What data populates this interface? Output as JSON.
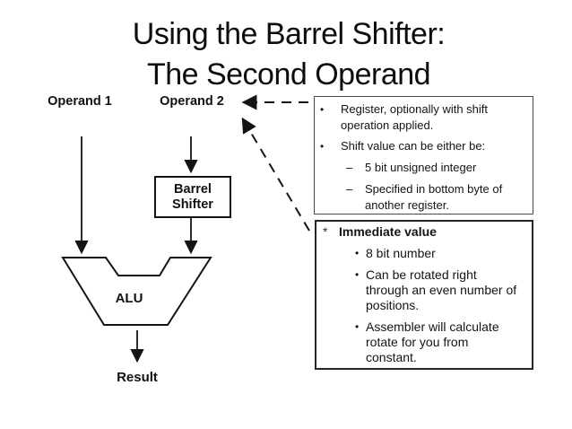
{
  "title": {
    "line1": "Using the Barrel Shifter:",
    "line2": "The Second Operand"
  },
  "diagram": {
    "operand1": "Operand 1",
    "operand2": "Operand 2",
    "barrel_shifter": "Barrel\nShifter",
    "alu": "ALU",
    "result": "Result"
  },
  "register_box": {
    "items": [
      {
        "level": 1,
        "marker": "•",
        "text": "Register, optionally with shift operation applied."
      },
      {
        "level": 1,
        "marker": "•",
        "text": "Shift value can be either be:"
      },
      {
        "level": 2,
        "marker": "–",
        "text": "5 bit unsigned integer"
      },
      {
        "level": 2,
        "marker": "–",
        "text": "Specified in bottom byte of another register."
      }
    ]
  },
  "immediate_box": {
    "marker": "*",
    "heading": "Immediate value",
    "items": [
      {
        "marker": "•",
        "text": "8 bit number"
      },
      {
        "marker": "•",
        "text": "Can be rotated right through an even number of positions."
      },
      {
        "marker": "•",
        "text": "Assembler will calculate rotate for you from constant."
      }
    ]
  },
  "colors": {
    "background": "#ffffff",
    "ink": "#141414",
    "register_box_border": "#4a4a4a",
    "immediate_box_border": "#262626"
  }
}
